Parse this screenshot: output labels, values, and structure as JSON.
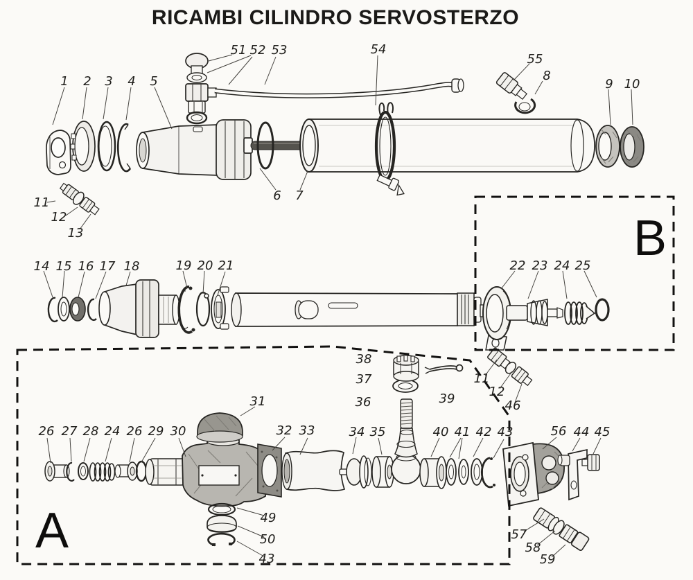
{
  "title": "RICAMBI CILINDRO SERVOSTERZO",
  "regions": {
    "a_label": "A",
    "b_label": "B"
  },
  "colors": {
    "ink": "#262522",
    "paper": "#fbfaf7",
    "dash": "#121110"
  },
  "callouts": {
    "c1": "1",
    "c2": "2",
    "c3": "3",
    "c4": "4",
    "c5": "5",
    "c6": "6",
    "c7": "7",
    "c8": "8",
    "c9": "9",
    "c10": "10",
    "c11a": "11",
    "c12a": "12",
    "c13": "13",
    "c14": "14",
    "c15": "15",
    "c16": "16",
    "c17": "17",
    "c18": "18",
    "c19": "19",
    "c20": "20",
    "c21": "21",
    "c22": "22",
    "c23": "23",
    "c24b": "24",
    "c25": "25",
    "c26a": "26",
    "c27": "27",
    "c28": "28",
    "c24a": "24",
    "c26b": "26",
    "c29": "29",
    "c30": "30",
    "c31": "31",
    "c32": "32",
    "c33": "33",
    "c34": "34",
    "c35": "35",
    "c36": "36",
    "c37": "37",
    "c38": "38",
    "c39": "39",
    "c40": "40",
    "c41": "41",
    "c42": "42",
    "c43a": "43",
    "c44": "44",
    "c45": "45",
    "c46": "46",
    "c49": "49",
    "c50": "50",
    "c43b": "43",
    "c51": "51",
    "c52": "52",
    "c53": "53",
    "c54": "54",
    "c55": "55",
    "c56": "56",
    "c57": "57",
    "c58": "58",
    "c59": "59",
    "c11b": "11",
    "c12b": "12"
  }
}
